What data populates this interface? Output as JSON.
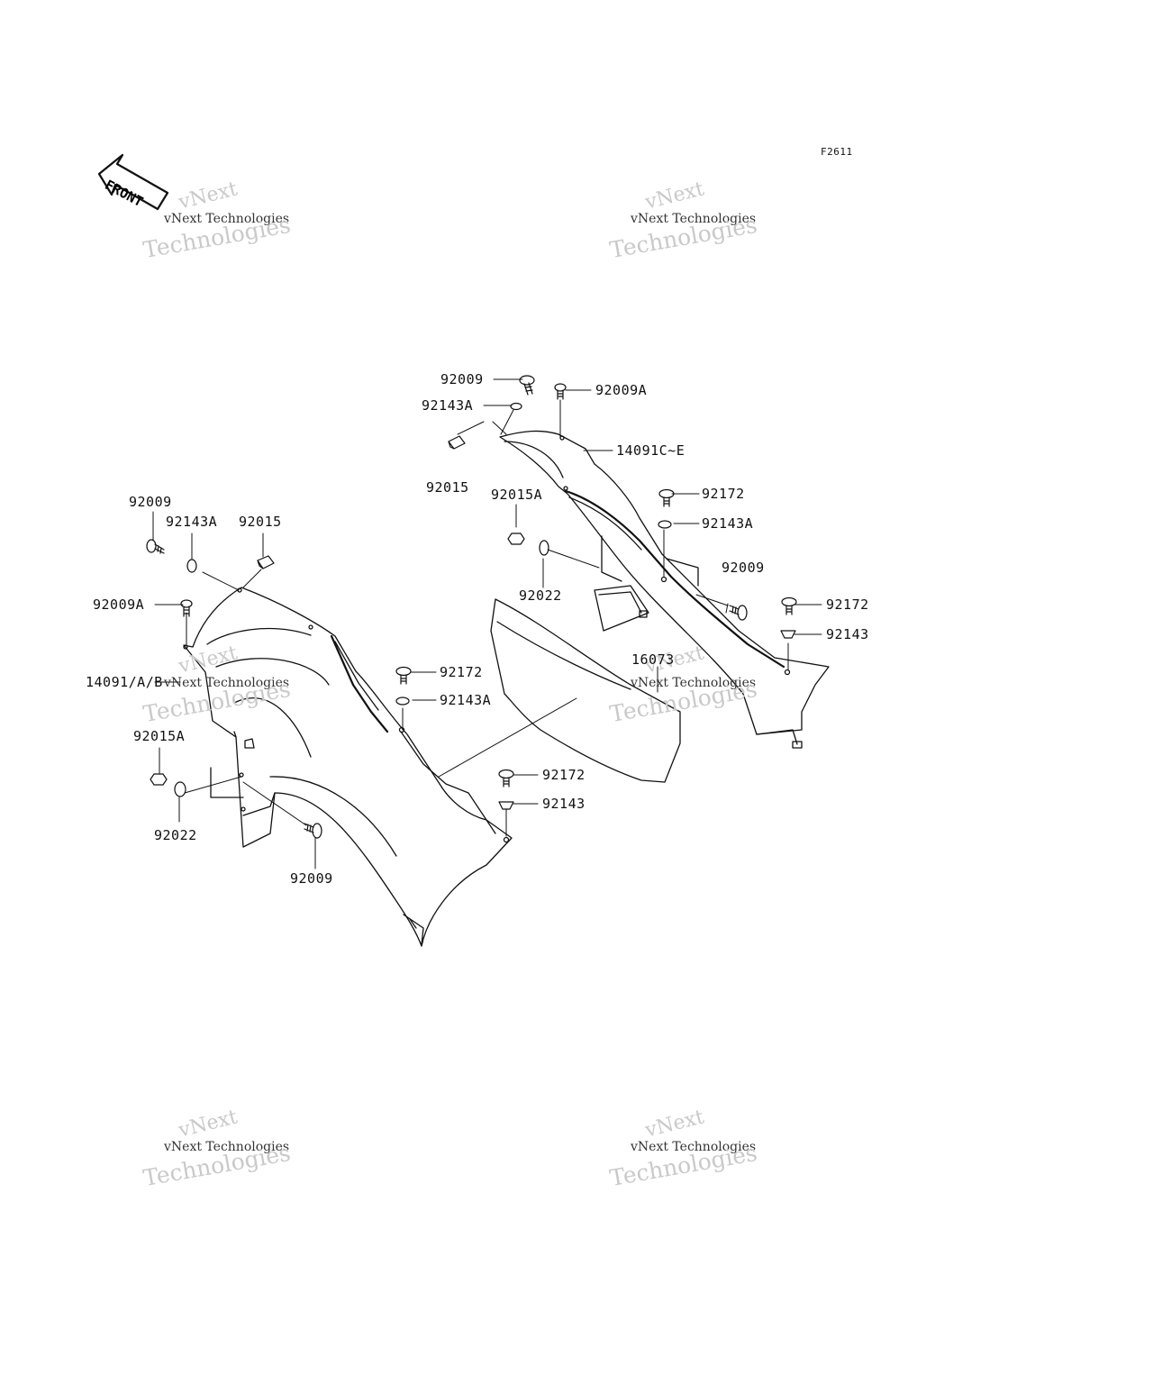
{
  "figure_code": "F2611",
  "front_label": "FRONT",
  "watermark": {
    "line1": "vNext",
    "line2": "vNext Technologies",
    "line3": "Technologies"
  },
  "parts": {
    "r_92009": "92009",
    "r_92009A": "92009A",
    "r_92143A_top": "92143A",
    "r_14091CE": "14091C~E",
    "r_92015": "92015",
    "r_92015A": "92015A",
    "r_92172_a": "92172",
    "r_92143A_b": "92143A",
    "r_92009_b": "92009",
    "r_92172_c": "92172",
    "r_92143": "92143",
    "r_92022": "92022",
    "r_16073": "16073",
    "l_92009": "92009",
    "l_92143A": "92143A",
    "l_92015": "92015",
    "l_92009A": "92009A",
    "l_14091AB": "14091/A/B",
    "l_92015A": "92015A",
    "l_92022": "92022",
    "l_92009_b": "92009",
    "c_92172": "92172",
    "c_92143A": "92143A",
    "c_92172_b": "92172",
    "c_92143": "92143"
  }
}
